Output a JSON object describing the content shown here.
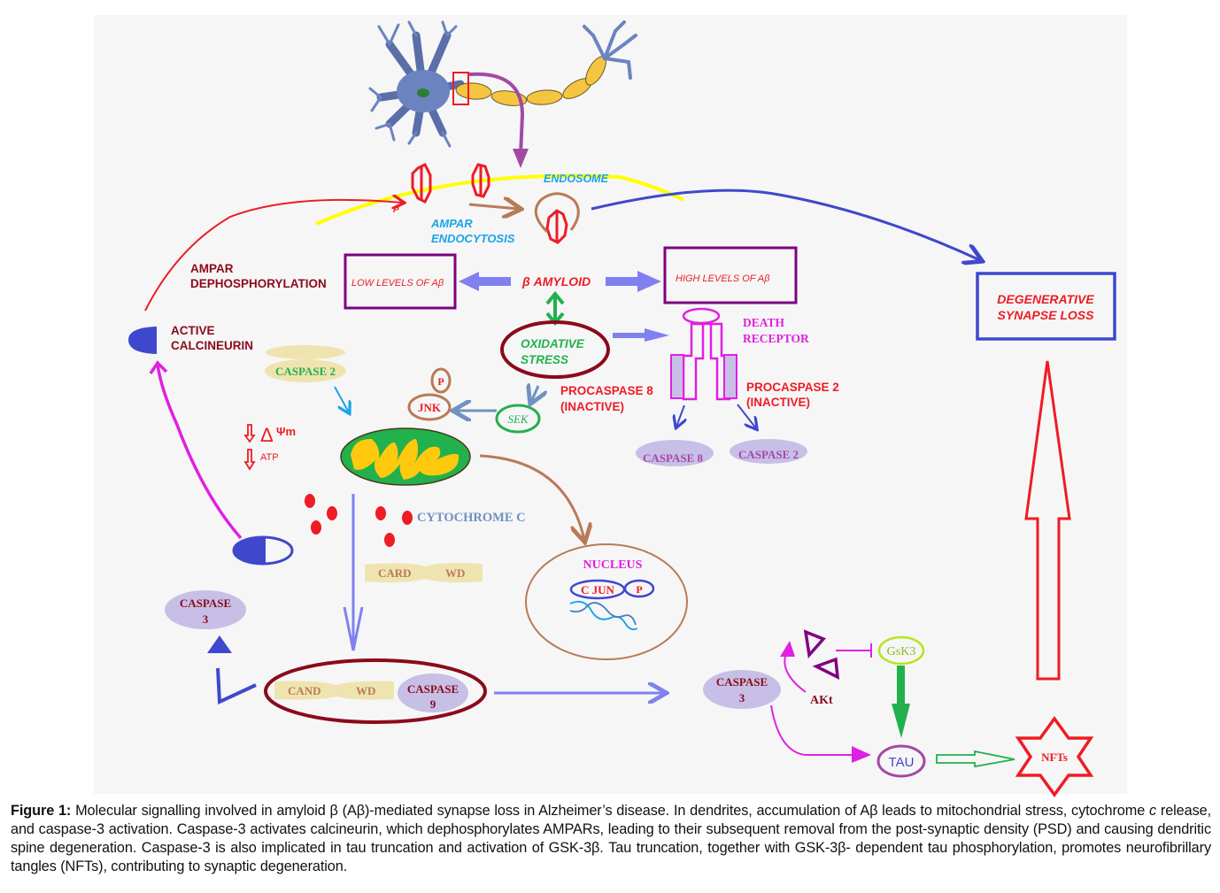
{
  "diagram": {
    "labels": {
      "endosome": "ENDOSOME",
      "ampar_endocytosis_1": "AMPAR",
      "ampar_endocytosis_2": "ENDOCYTOSIS",
      "ampar_dephos_1": "AMPAR",
      "ampar_dephos_2": "DEPHOSPHORYLATION",
      "low_levels": "LOW LEVELS OF Aβ",
      "beta_amyloid": "β AMYLOID",
      "high_levels": "HIGH LEVELS OF Aβ",
      "degenerative_1": "DEGENERATIVE",
      "degenerative_2": "SYNAPSE LOSS",
      "active_calcineurin_1": "ACTIVE",
      "active_calcineurin_2": "CALCINEURIN",
      "caspase2_top": "CASPASE 2",
      "oxidative_1": "OXIDATIVE",
      "oxidative_2": "STRESS",
      "death_receptor_1": "DEATH",
      "death_receptor_2": "RECEPTOR",
      "procaspase8_1": "PROCASPASE 8",
      "procaspase8_2": "(INACTIVE)",
      "procaspase2_1": "PROCASPASE 2",
      "procaspase2_2": "(INACTIVE)",
      "p_small": "P",
      "jnk": "JNK",
      "sek": "SEK",
      "delta_psi": "Δ",
      "psi_m": "Ψm",
      "atp": "ATP",
      "caspase8": "CASPASE 8",
      "caspase2_right": "CASPASE 2",
      "cytochrome_c": "CYTOCHROME C",
      "card": "CARD",
      "wd1": "WD",
      "nucleus": "NUCLEUS",
      "cjun": "C JUN",
      "p_cjun": "P",
      "caspase3_left_1": "CASPASE",
      "caspase3_left_2": "3",
      "cand": "CAND",
      "wd2": "WD",
      "caspase9_1": "CASPASE",
      "caspase9_2": "9",
      "caspase3_right_1": "CASPASE",
      "caspase3_right_2": "3",
      "akt": "AKt",
      "gsk3": "GsK3",
      "tau": "TAU",
      "nfts": "NFTs",
      "phospho_p": "P"
    },
    "colors": {
      "panel_bg": "#f6f6f7",
      "red": "#ee1c24",
      "dark_red": "#8b0a1a",
      "blue": "#3f48cc",
      "light_blue": "#8080f0",
      "cyan": "#1aa3e8",
      "green": "#22b14c",
      "magenta": "#e020e0",
      "purple": "#800080",
      "brown": "#b97a57",
      "lavender": "#c8bfe7",
      "beige": "#efe4b0",
      "yellow": "#ffff00",
      "mito_yellow": "#ffc90e",
      "steel_blue": "#7092be",
      "lime": "#b5e61d"
    }
  },
  "caption": {
    "label": "Figure 1:",
    "text": " Molecular signalling  involved in amyloid β (Aβ)-mediated synapse loss in Alzheimer’s disease. In dendrites, accumulation of Aβ leads to mitochondrial stress, cytochrome ",
    "italic_c": "c",
    "text2": " release, and caspase-3 activation. Caspase-3 activates calcineurin, which dephosphorylates AMPARs, leading to their subsequent removal from the post-synaptic density (PSD) and causing dendritic spine degeneration. Caspase-3 is also implicated in tau truncation and activation of GSK-3β. Tau truncation, together with GSK-3β- dependent tau phosphorylation, promotes neurofibrillary tangles (NFTs), contributing to synaptic degeneration."
  }
}
